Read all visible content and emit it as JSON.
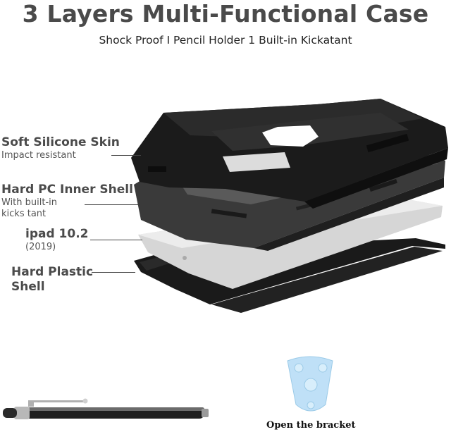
{
  "header": {
    "title": "3 Layers Multi-Functional Case",
    "subtitle": "Shock Proof I Pencil Holder 1 Built-in Kickatant"
  },
  "layers": [
    {
      "heading": "Soft Silicone Skin",
      "sub": "Impact resistant"
    },
    {
      "heading": "Hard PC Inner Shell",
      "sub_line1": "With built-in",
      "sub_line2": "kicks tant"
    },
    {
      "heading": "ipad 10.2",
      "sub": "(2019)"
    },
    {
      "heading_line1": "Hard Plastic",
      "heading_line2": "Shell"
    }
  ],
  "bracket": {
    "caption": "Open the bracket"
  },
  "colors": {
    "case": "#1b1b1b",
    "inner_shell": "#3a3a3a",
    "ipad": "#d8d8d8",
    "frame": "#1a1a1a",
    "bracket": "#bfe0f7"
  }
}
